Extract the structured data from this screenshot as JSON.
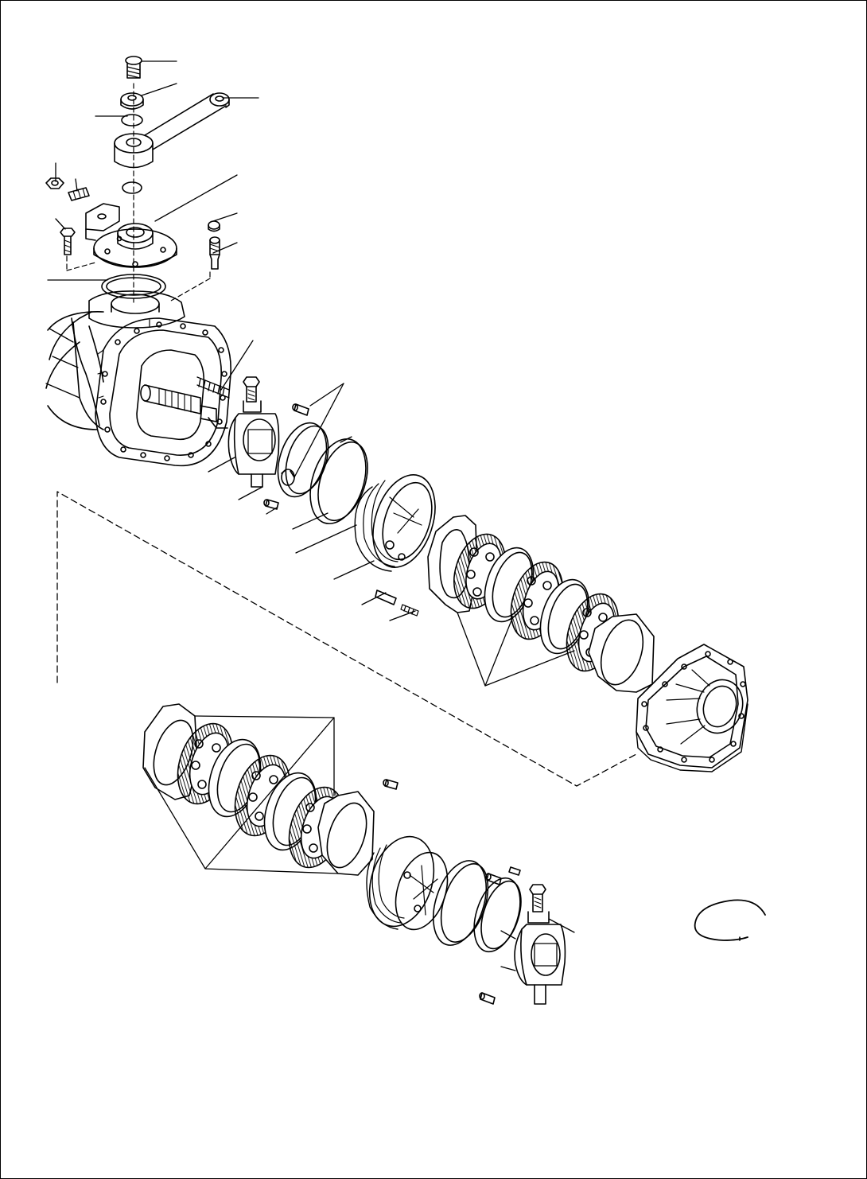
{
  "drawing": {
    "ink_color": "#000000",
    "paper_color": "#ffffff",
    "parts": [
      "cap-screw",
      "washer",
      "o-ring",
      "steering-arm",
      "nut",
      "set-screw",
      "bracket",
      "king-pin-cover",
      "grease-fitting",
      "seal",
      "axle-housing",
      "spring",
      "pinion-shaft",
      "bolt",
      "spider-cage",
      "spacer",
      "pin",
      "piston-ring",
      "piston",
      "retainer-plate",
      "friction-disc",
      "separator-plate",
      "end-cover",
      "snap-ring"
    ]
  }
}
